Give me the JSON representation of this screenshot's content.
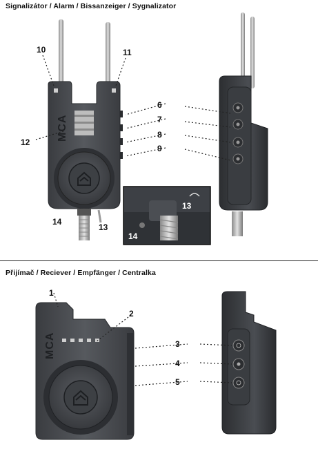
{
  "headings": {
    "alarm": "Signalizátor / Alarm / Bissanzeiger / Sygnalizator",
    "receiver": "Přijímač / Reciever / Empfänger / Centralka"
  },
  "brand": {
    "wordmark": "MCA"
  },
  "callouts": {
    "alarm": [
      "10",
      "11",
      "6",
      "7",
      "8",
      "9",
      "12",
      "14",
      "13",
      "13",
      "14"
    ],
    "receiver": [
      "1",
      "2",
      "3",
      "4",
      "5"
    ]
  },
  "colors": {
    "body": "#4a4c50",
    "body_dark": "#2e3034",
    "body_light": "#6a6d72",
    "metal": "#b8b8b8",
    "rule": "#222222"
  }
}
